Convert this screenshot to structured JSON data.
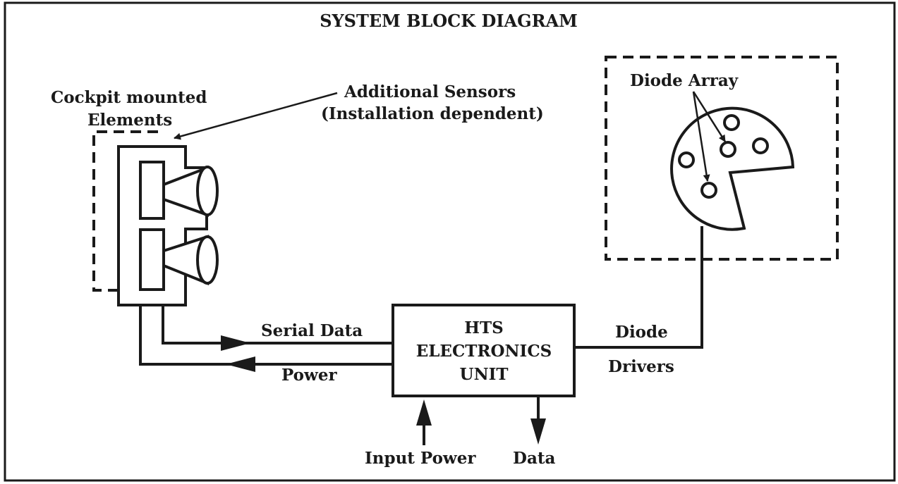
{
  "title": "SYSTEM BLOCK DIAGRAM",
  "labels": {
    "cockpit_line1": "Cockpit mounted",
    "cockpit_line2": "Elements",
    "sensors_line1": "Additional Sensors",
    "sensors_line2": "(Installation dependent)",
    "diode_array": "Diode Array",
    "serial_data": "Serial Data",
    "power": "Power",
    "diode_drivers_line1": "Diode",
    "diode_drivers_line2": "Drivers",
    "input_power": "Input Power",
    "data_out": "Data"
  },
  "electronics_unit": {
    "line1": "HTS",
    "line2": "ELECTRONICS",
    "line3": "UNIT"
  }
}
